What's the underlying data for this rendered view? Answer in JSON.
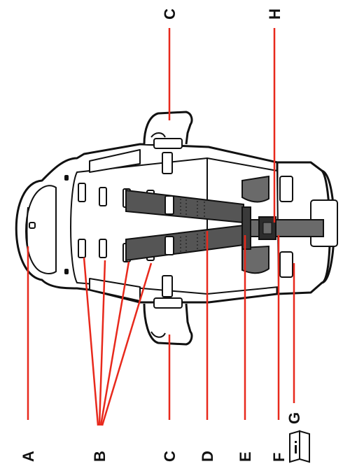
{
  "diagram": {
    "accent_color": "#e8291c",
    "outline_color": "#111111",
    "strap_color": "#555555",
    "pad_color": "#6a6a6a",
    "labels": {
      "A": "A",
      "B": "B",
      "C_bottom": "C",
      "C_top": "C",
      "D": "D",
      "E": "E",
      "F": "F",
      "G": "G",
      "H": "H"
    },
    "icons": [
      "manual-book-icon"
    ]
  }
}
